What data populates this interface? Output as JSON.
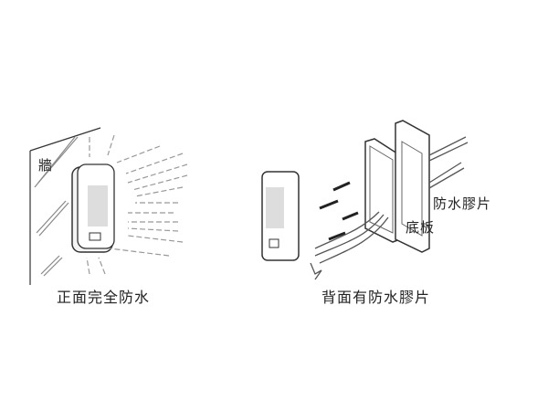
{
  "left_panel": {
    "wall_label": "牆",
    "caption": "正面完全防水"
  },
  "right_panel": {
    "gasket_label": "防水膠片",
    "base_plate_label": "底板",
    "caption": "背面有防水膠片"
  }
}
